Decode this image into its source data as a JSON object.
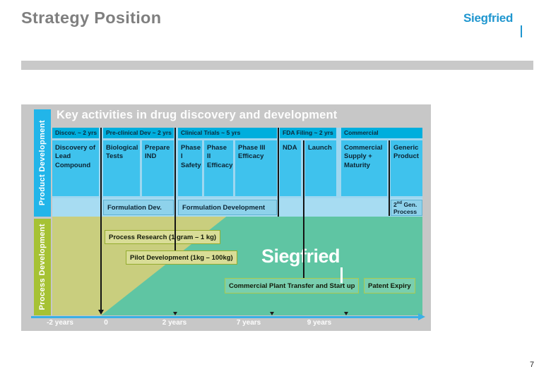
{
  "slide": {
    "title": "Strategy Position",
    "page_number": "7"
  },
  "logo": {
    "text": "Siegfried"
  },
  "diagram": {
    "title": "Key activities in drug discovery and development",
    "product_bar": "Product Development",
    "process_bar": "Process Development",
    "phase_headers": [
      "Discov. ~ 2 yrs",
      "Pre-clinical Dev ~ 2 yrs",
      "Clinical Trials ~ 5 yrs",
      "FDA Filing ~ 2 yrs",
      "Commercial"
    ],
    "activity_cells": [
      "Discovery of Lead Compound",
      "Biological Tests",
      "Prepare IND",
      "Phase I Safety",
      "Phase II Efficacy",
      "Phase III Efficacy",
      "NDA",
      "Launch",
      "Commercial Supply + Maturity",
      "Generic Product"
    ],
    "formulation": {
      "short": "Formulation Dev.",
      "long": "Formulation Development"
    },
    "second_gen": {
      "prefix": "2",
      "sup": "nd",
      "gen": " Gen.",
      "line2": "Process"
    },
    "process_labels": {
      "research": "Process Research (1 gram – 1 kg)",
      "pilot": "Pilot Development (1kg – 100kg)",
      "transfer": "Commercial Plant Transfer and Start up",
      "patent": "Patent Expiry"
    },
    "watermark": "Siegfried",
    "axis_labels": [
      "-2 years",
      "0",
      "2 years",
      "7 years",
      "9 years"
    ],
    "colors": {
      "panel_gray": "#c7c7c7",
      "bar_cyan": "#22b5e9",
      "bar_green": "#a6c234",
      "header_cyan": "#00aedd",
      "cell_cyan": "#3fc2ed",
      "table_light_blue": "#9ed7f0",
      "formulation_blue": "#8ed2eb",
      "olive": "#c9ce7e",
      "teal": "#5fc5a3",
      "axis_cyan": "#3ab0e6",
      "logo_blue": "#1f96cf",
      "title_gray": "#7f7f7f"
    }
  }
}
